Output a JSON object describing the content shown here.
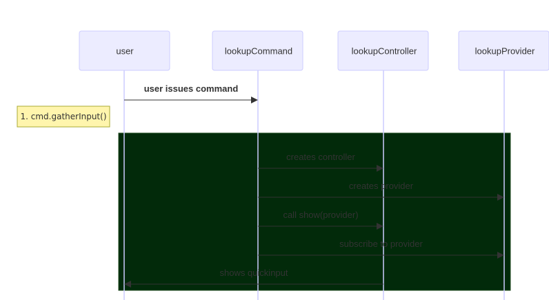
{
  "actors": [
    {
      "id": "user",
      "label": "user"
    },
    {
      "id": "lookupCommand",
      "label": "lookupCommand"
    },
    {
      "id": "lookupController",
      "label": "lookupController"
    },
    {
      "id": "lookupProvider",
      "label": "lookupProvider"
    }
  ],
  "messages": [
    {
      "from": "user",
      "to": "lookupCommand",
      "label": "user issues command",
      "in_rect": false
    },
    {
      "from": "lookupCommand",
      "to": "lookupController",
      "label": "creates controller",
      "in_rect": true
    },
    {
      "from": "lookupCommand",
      "to": "lookupProvider",
      "label": "creates provider",
      "in_rect": true
    },
    {
      "from": "lookupCommand",
      "to": "lookupController",
      "label": "call show(provider)",
      "in_rect": true
    },
    {
      "from": "lookupCommand",
      "to": "lookupProvider",
      "label": "subscribe to provider",
      "in_rect": true
    },
    {
      "from": "lookupController",
      "to": "user",
      "label": "shows quickinput",
      "in_rect": true
    }
  ],
  "note": {
    "label": "1. cmd.gatherInput()",
    "position": "left of user"
  },
  "colors": {
    "actor_fill": "#ECECFF",
    "actor_border": "#CCCCFF",
    "lifeline": "#CCCCFF",
    "message_line": "#333333",
    "message_text": "#333333",
    "rect_fill": "#022A0A",
    "rect_border": "#1F4A1F",
    "rect_text": "#333333",
    "note_fill": "#FFF5AD",
    "note_border": "#AAAA33"
  }
}
